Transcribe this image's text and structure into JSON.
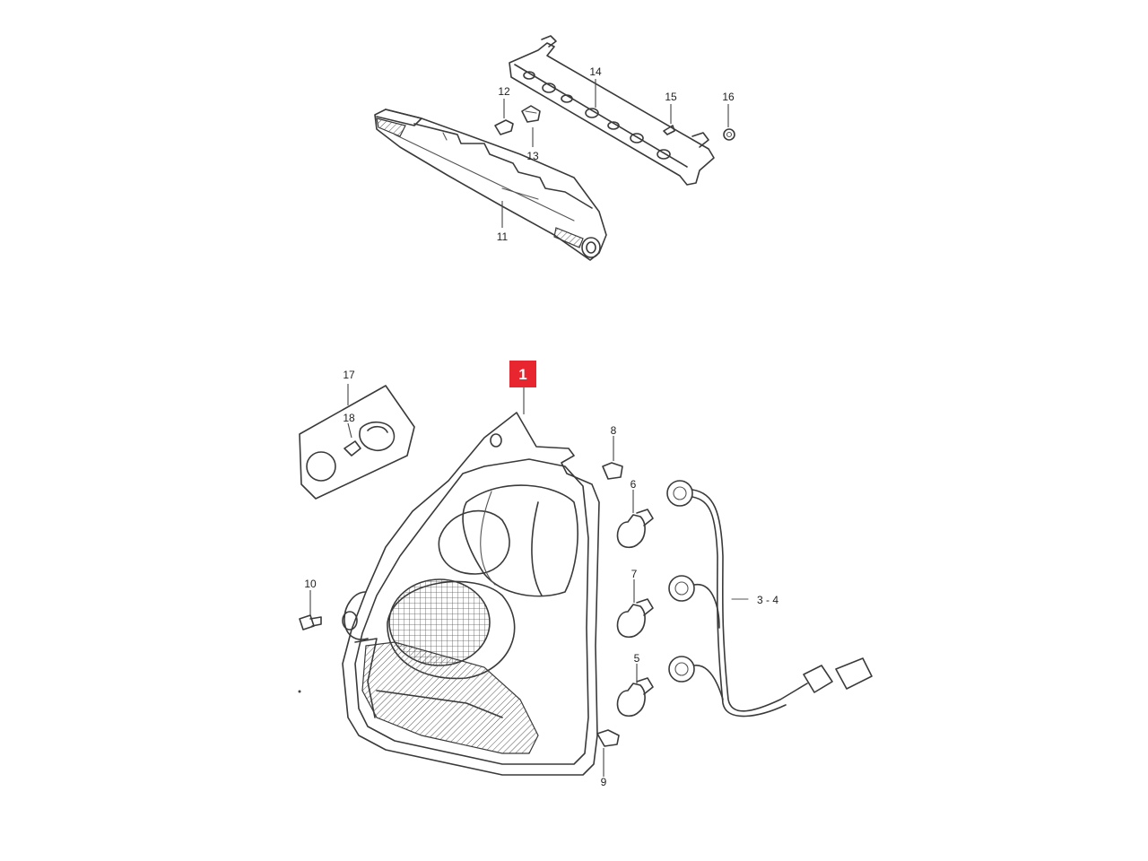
{
  "callouts": {
    "c1": "1",
    "c3_4": "3 - 4",
    "c5": "5",
    "c6": "6",
    "c7": "7",
    "c8": "8",
    "c9": "9",
    "c10": "10",
    "c11": "11",
    "c12": "12",
    "c13": "13",
    "c14": "14",
    "c15": "15",
    "c16": "16",
    "c17": "17",
    "c18": "18"
  },
  "highlight": {
    "part": "1",
    "color": "#e8262f"
  },
  "colors": {
    "line": "#3a3a3a",
    "background": "#ffffff"
  }
}
